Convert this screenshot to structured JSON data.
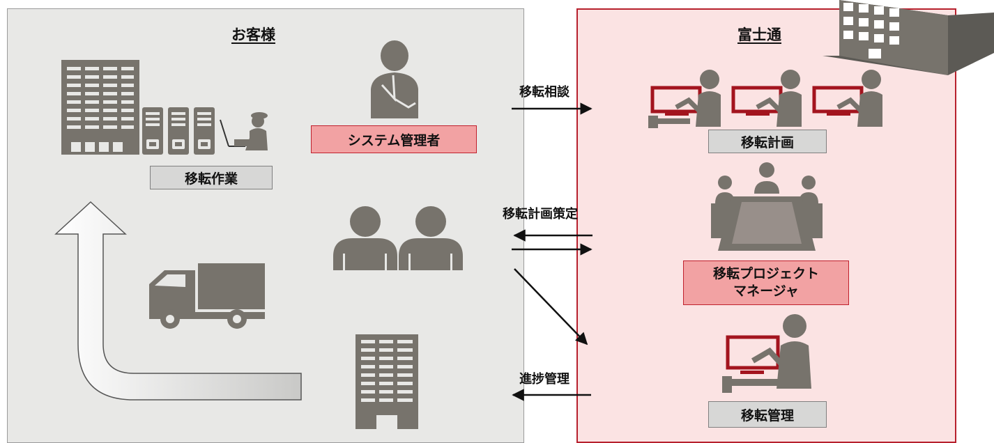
{
  "customer_panel": {
    "title": "お客様"
  },
  "fujitsu_panel": {
    "title": "富士通"
  },
  "labels": {
    "system_admin": "システム管理者",
    "relocation_work": "移転作業",
    "relocation_plan": "移転計画",
    "relocation_pm_line1": "移転プロジェクト",
    "relocation_pm_line2": "マネージャ",
    "relocation_management": "移転管理"
  },
  "arrows": {
    "consultation": "移転相談",
    "plan_formulation": "移転計画策定",
    "progress_management": "進捗管理"
  },
  "colors": {
    "customer_bg": "#e8e8e6",
    "fujitsu_bg": "#fbe3e3",
    "fujitsu_border": "#b7202d",
    "icon_gray": "#77736c",
    "monitor_red": "#a3141e"
  }
}
